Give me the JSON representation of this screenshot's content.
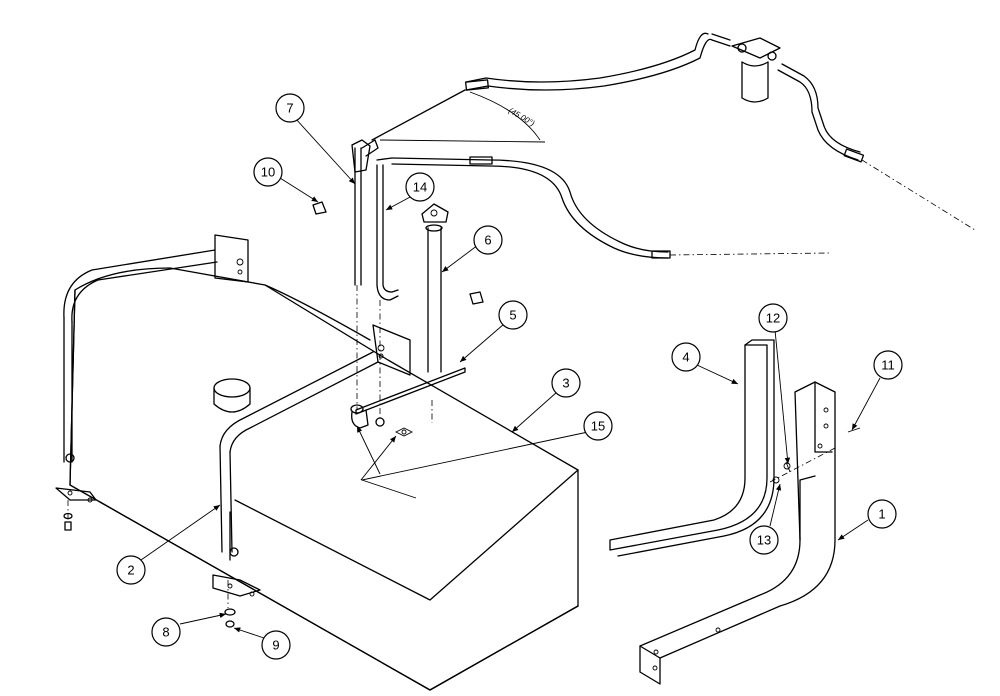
{
  "callouts": [
    "1",
    "2",
    "3",
    "4",
    "5",
    "6",
    "7",
    "8",
    "9",
    "10",
    "11",
    "12",
    "13",
    "14",
    "15"
  ],
  "dimension_text": "(45.00°)",
  "colors": {
    "line": "#000000",
    "background": "#ffffff",
    "panel_fill": "#ffffff"
  }
}
